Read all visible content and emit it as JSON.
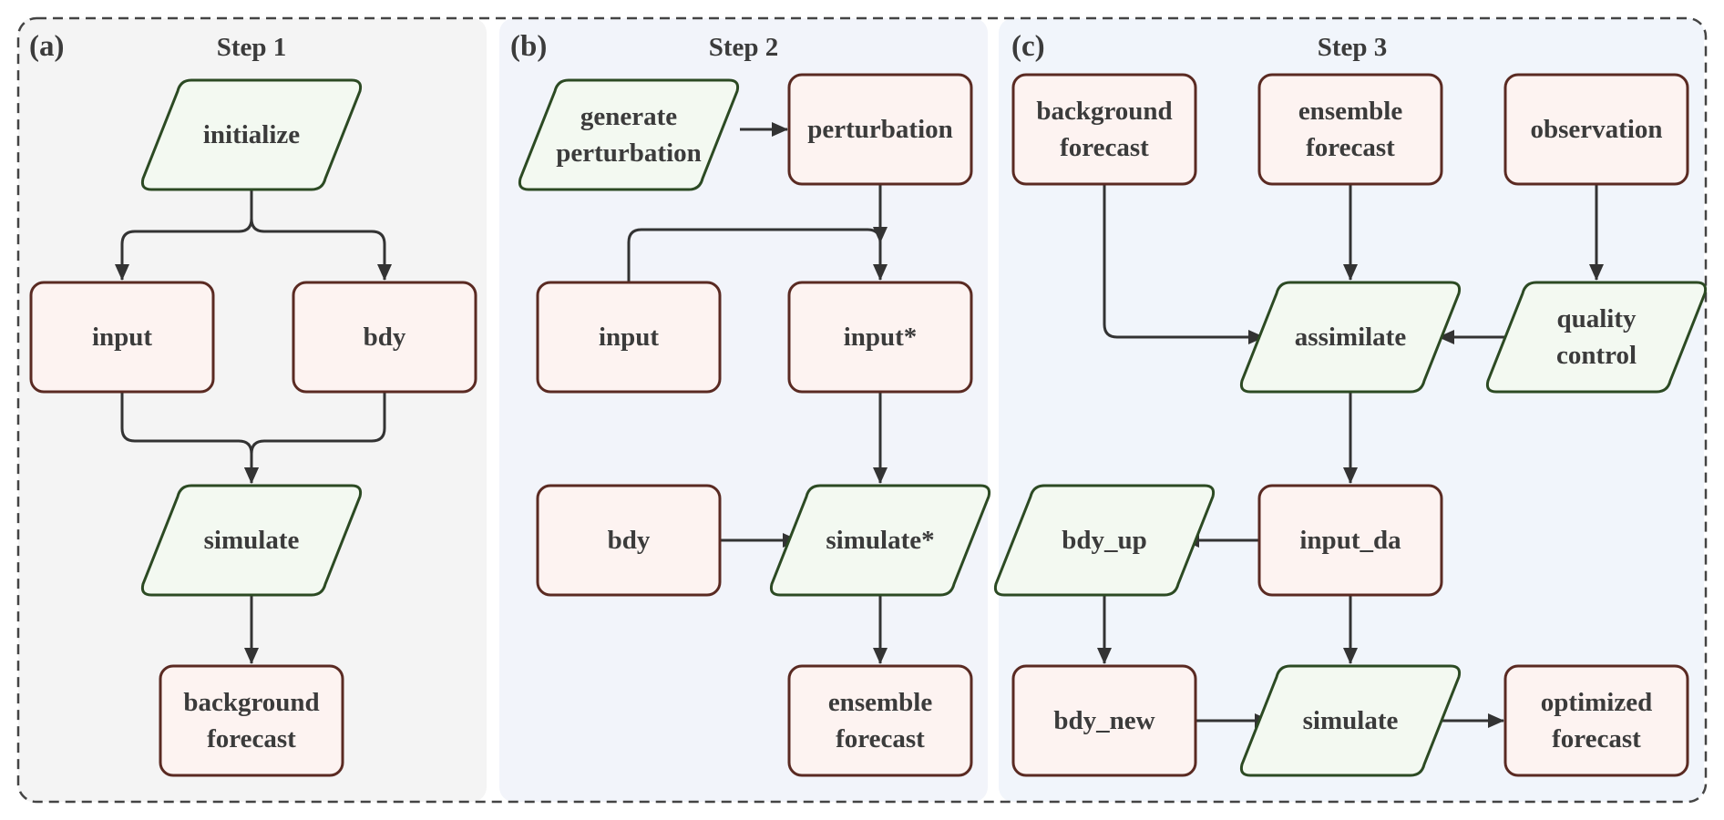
{
  "colors": {
    "outer_border": "#444444",
    "panel_a_bg": "#f4f4f4",
    "panel_b_bg": "#f2f4fa",
    "panel_c_bg": "#f1f5fb",
    "process_fill": "#fdf3f1",
    "process_stroke": "#5a2a22",
    "io_fill": "#f3f9f1",
    "io_stroke": "#2c4a23",
    "arrow": "#333333",
    "text": "#3b3b3b"
  },
  "panels": [
    {
      "letter": "(a)",
      "title": "Step 1"
    },
    {
      "letter": "(b)",
      "title": "Step 2"
    },
    {
      "letter": "(c)",
      "title": "Step 3"
    }
  ],
  "nodes": [
    {
      "id": "a_initialize",
      "shape": "io",
      "lines": [
        "initialize"
      ]
    },
    {
      "id": "a_input",
      "shape": "process",
      "lines": [
        "input"
      ]
    },
    {
      "id": "a_bdy",
      "shape": "process",
      "lines": [
        "bdy"
      ]
    },
    {
      "id": "a_simulate",
      "shape": "io",
      "lines": [
        "simulate"
      ]
    },
    {
      "id": "a_bgforecast",
      "shape": "process",
      "lines": [
        "background",
        "forecast"
      ]
    },
    {
      "id": "b_genpert",
      "shape": "io",
      "lines": [
        "generate",
        "perturbation"
      ]
    },
    {
      "id": "b_pert",
      "shape": "process",
      "lines": [
        "perturbation"
      ]
    },
    {
      "id": "b_input",
      "shape": "process",
      "lines": [
        "input"
      ]
    },
    {
      "id": "b_inputstar",
      "shape": "process",
      "lines": [
        "input*"
      ]
    },
    {
      "id": "b_bdy",
      "shape": "process",
      "lines": [
        "bdy"
      ]
    },
    {
      "id": "b_simstar",
      "shape": "io",
      "lines": [
        "simulate*"
      ]
    },
    {
      "id": "b_ensforecast",
      "shape": "process",
      "lines": [
        "ensemble",
        "forecast"
      ]
    },
    {
      "id": "c_bgforecast",
      "shape": "process",
      "lines": [
        "background",
        "forecast"
      ]
    },
    {
      "id": "c_ensforecast",
      "shape": "process",
      "lines": [
        "ensemble",
        "forecast"
      ]
    },
    {
      "id": "c_obs",
      "shape": "process",
      "lines": [
        "observation"
      ]
    },
    {
      "id": "c_assimilate",
      "shape": "io",
      "lines": [
        "assimilate"
      ]
    },
    {
      "id": "c_qc",
      "shape": "io",
      "lines": [
        "quality",
        "control"
      ]
    },
    {
      "id": "c_bdyup",
      "shape": "io",
      "lines": [
        "bdy_up"
      ]
    },
    {
      "id": "c_inputda",
      "shape": "process",
      "lines": [
        "input_da"
      ]
    },
    {
      "id": "c_bdynew",
      "shape": "process",
      "lines": [
        "bdy_new"
      ]
    },
    {
      "id": "c_simulate",
      "shape": "io",
      "lines": [
        "simulate"
      ]
    },
    {
      "id": "c_optforecast",
      "shape": "process",
      "lines": [
        "optimized",
        "forecast"
      ]
    }
  ],
  "edges": [
    {
      "from": "a_initialize",
      "to": "a_input"
    },
    {
      "from": "a_initialize",
      "to": "a_bdy"
    },
    {
      "from": "a_input",
      "to": "a_simulate"
    },
    {
      "from": "a_bdy",
      "to": "a_simulate"
    },
    {
      "from": "a_simulate",
      "to": "a_bgforecast"
    },
    {
      "from": "b_genpert",
      "to": "b_pert"
    },
    {
      "from": "b_pert",
      "to": "b_inputstar"
    },
    {
      "from": "b_input",
      "to": "b_inputstar"
    },
    {
      "from": "b_inputstar",
      "to": "b_simstar"
    },
    {
      "from": "b_bdy",
      "to": "b_simstar"
    },
    {
      "from": "b_simstar",
      "to": "b_ensforecast"
    },
    {
      "from": "c_bgforecast",
      "to": "c_assimilate"
    },
    {
      "from": "c_ensforecast",
      "to": "c_assimilate"
    },
    {
      "from": "c_obs",
      "to": "c_qc"
    },
    {
      "from": "c_qc",
      "to": "c_assimilate"
    },
    {
      "from": "c_assimilate",
      "to": "c_inputda"
    },
    {
      "from": "c_inputda",
      "to": "c_bdyup"
    },
    {
      "from": "c_inputda",
      "to": "c_simulate"
    },
    {
      "from": "c_bdyup",
      "to": "c_bdynew"
    },
    {
      "from": "c_bdynew",
      "to": "c_simulate"
    },
    {
      "from": "c_simulate",
      "to": "c_optforecast"
    }
  ]
}
